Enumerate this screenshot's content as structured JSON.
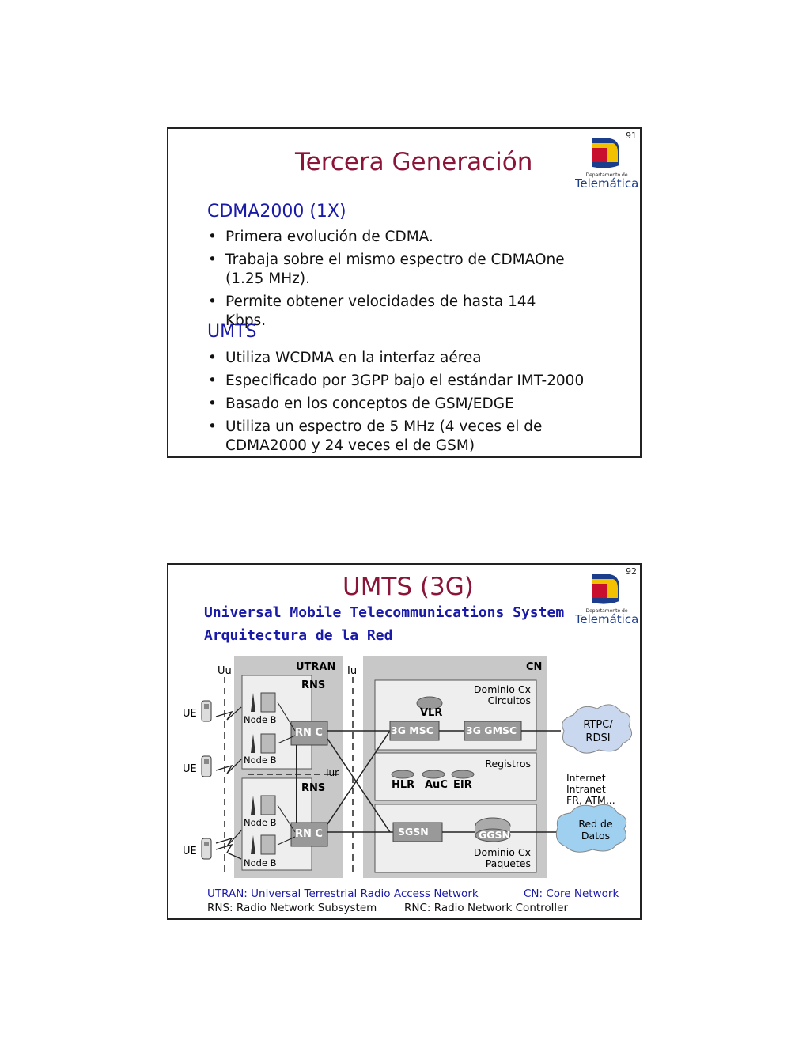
{
  "slide1": {
    "page_number": "91",
    "title": "Tercera Generación",
    "logo": {
      "text_small": "Departamento de",
      "text_big": "Telemática",
      "colors": [
        "#c8102e",
        "#f2c200",
        "#1c3c8c"
      ]
    },
    "sections": [
      {
        "heading": "CDMA2000 (1X)",
        "bullets": [
          "Primera evolución de CDMA.",
          "Trabaja sobre el mismo espectro de CDMAOne (1.25 MHz).",
          "Permite obtener velocidades de hasta 144 Kbps."
        ]
      },
      {
        "heading": "UMTS",
        "bullets": [
          "Utiliza WCDMA en la interfaz aérea",
          "Especificado por 3GPP bajo el estándar IMT-2000",
          "Basado en los conceptos de GSM/EDGE",
          "Utiliza un espectro de 5 MHz (4 veces el de CDMA2000 y 24 veces el de GSM)"
        ]
      }
    ]
  },
  "slide2": {
    "page_number": "92",
    "title": "UMTS (3G)",
    "subtitle1": "Universal Mobile Telecommunications System",
    "subtitle2": "Arquitectura de la Red",
    "diagram": {
      "uu": "Uu",
      "iu": "Iu",
      "iur": "Iur",
      "utran": "UTRAN",
      "cn": "CN",
      "rns": "RNS",
      "ue": "UE",
      "node_b": "Node B",
      "rnc": "RN C",
      "dominio_circuitos": [
        "Dominio Cx",
        "Circuitos"
      ],
      "vlr": "VLR",
      "msc": "3G MSC",
      "gmsc": "3G GMSC",
      "registros": "Registros",
      "hlr": "HLR",
      "auc": "AuC",
      "eir": "EIR",
      "sgsn": "SGSN",
      "ggsn": "GGSN",
      "dominio_paquetes": [
        "Dominio Cx",
        "Paquetes"
      ],
      "rtpc": [
        "RTPC/",
        "RDSI"
      ],
      "internet": [
        "Internet",
        "Intranet",
        "FR, ATM,.."
      ],
      "red_datos": [
        "Red de",
        "Datos"
      ]
    },
    "footer": {
      "utran": "UTRAN: Universal Terrestrial Radio Access Network",
      "cn": "CN: Core Network",
      "rns": "RNS: Radio Network Subsystem",
      "rnc": "RNC: Radio Network Controller"
    }
  }
}
